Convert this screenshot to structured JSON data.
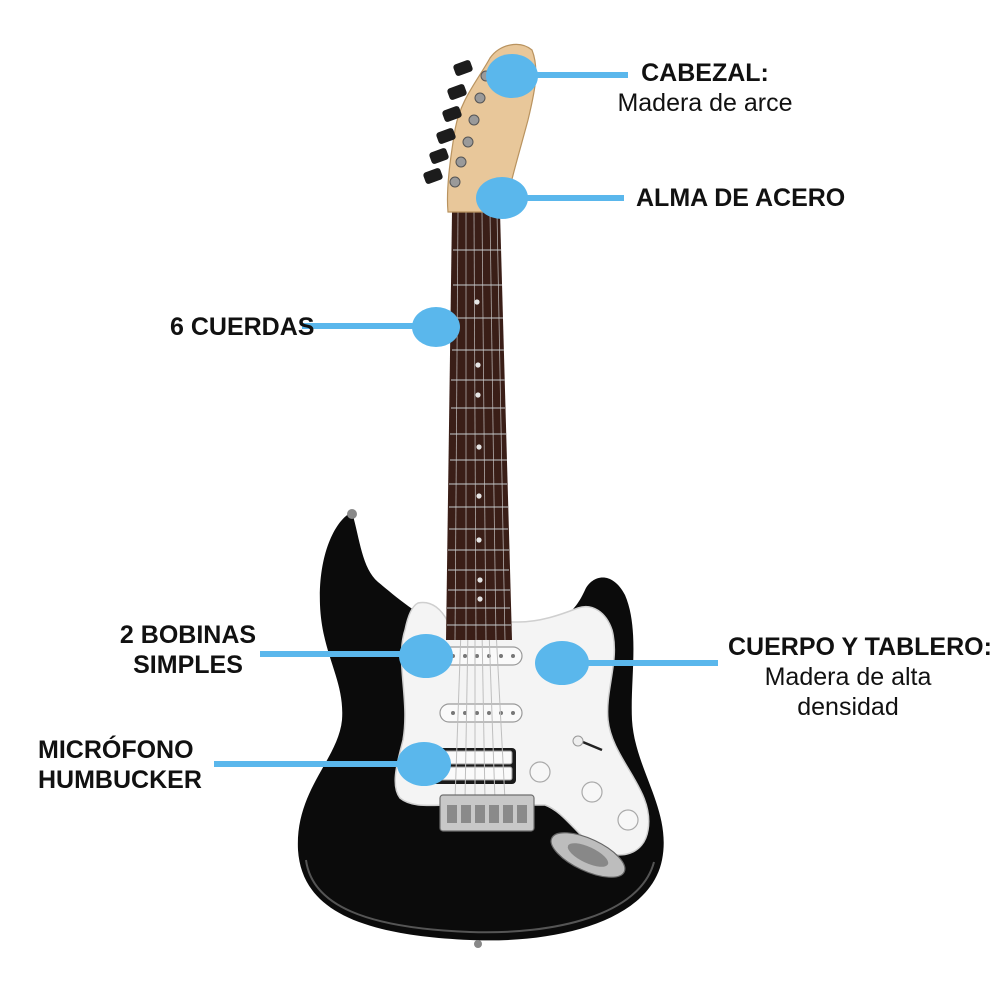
{
  "colors": {
    "accent": "#5ab7ec",
    "body": "#0b0b0b",
    "pickguard": "#f5f5f5",
    "fretboard": "#3a1e17",
    "headstock": "#e8c79a",
    "text": "#111111"
  },
  "callouts": {
    "cabezal": {
      "title": "CABEZAL:",
      "subtitle": "Madera de arce"
    },
    "alma": {
      "title": "ALMA DE ACERO"
    },
    "cuerdas": {
      "title": "6 CUERDAS"
    },
    "bobinas": {
      "line1": "2 BOBINAS",
      "line2": "SIMPLES"
    },
    "microfono": {
      "line1": "MICRÓFONO",
      "line2": "HUMBUCKER"
    },
    "cuerpo": {
      "title": "CUERPO Y TABLERO:",
      "line2": "Madera de alta",
      "line3": "densidad"
    }
  }
}
